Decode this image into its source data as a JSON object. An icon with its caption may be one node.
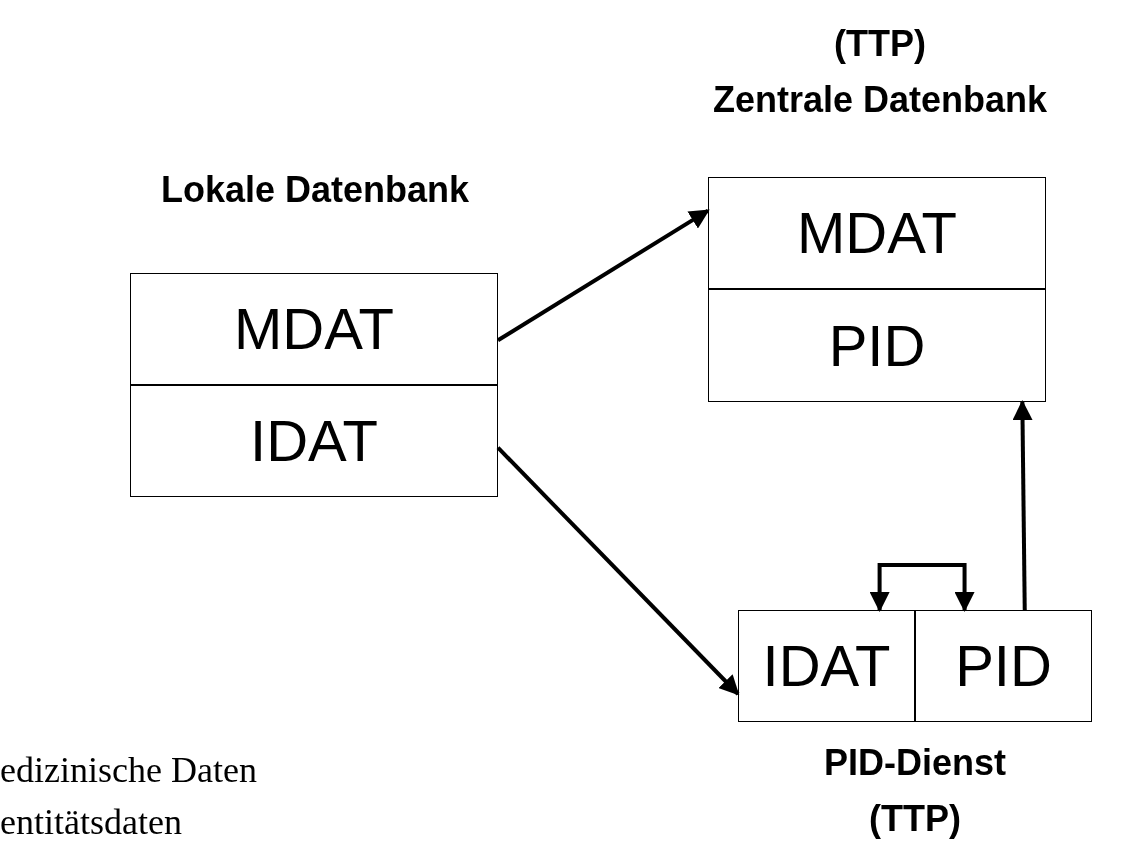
{
  "diagram": {
    "nodes": [
      {
        "text": [
          "Lokale Datenbank"
        ]
      },
      {
        "text": [
          "MDAT"
        ],
        "in": 0
      },
      {
        "text": [
          "IDAT"
        ],
        "in": 0
      },
      {
        "text": [
          "(TTP)",
          "Zentrale Datenbank"
        ]
      },
      {
        "text": [
          "MDAT"
        ],
        "in": 3
      },
      {
        "text": [
          "PID"
        ],
        "in": 3
      },
      {
        "text": [
          "PID-Dienst",
          "(TTP)"
        ]
      },
      {
        "text": [
          "IDAT"
        ],
        "in": 6
      },
      {
        "text": [
          "PID"
        ],
        "in": 6
      }
    ],
    "edges": [
      {
        "from": 1,
        "to": 4,
        "arrow": "to"
      },
      {
        "from": 2,
        "to": 7,
        "arrow": "to"
      },
      {
        "from": 8,
        "to": 5,
        "arrow": "to"
      },
      {
        "from": 7,
        "to": 8,
        "arrow": "both"
      }
    ],
    "labels": [
      "edizinische Daten",
      "entitätsdaten"
    ]
  }
}
